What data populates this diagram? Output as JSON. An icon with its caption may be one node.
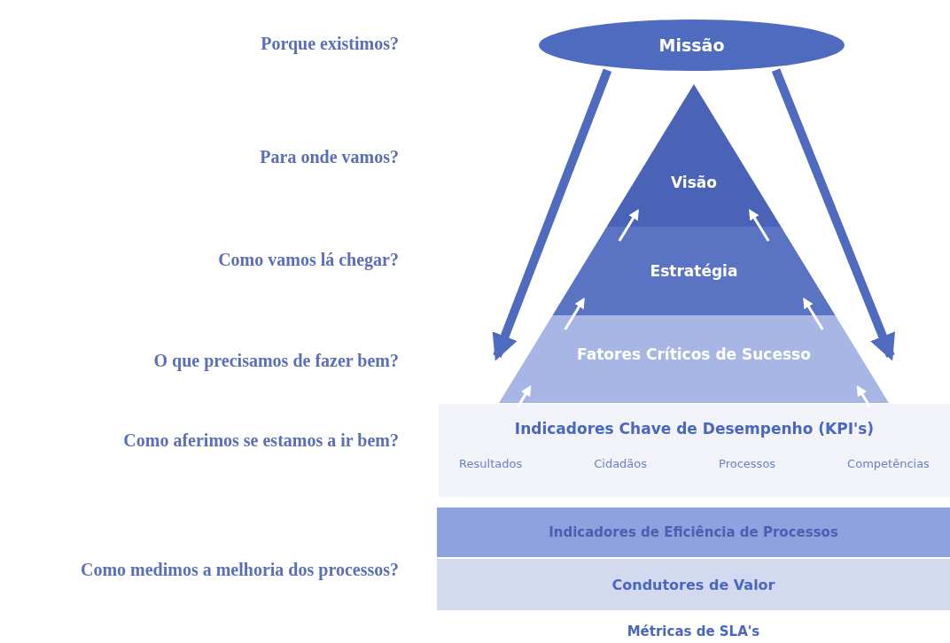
{
  "diagram": {
    "nodes": [
      {
        "text": [
          "Missão"
        ]
      },
      {
        "text": [
          "Visão"
        ]
      },
      {
        "text": [
          "Estratégia"
        ]
      },
      {
        "text": [
          "Fatores Críticos de Sucesso"
        ]
      },
      {
        "text": [
          "Indicadores Chave de Desempenho (KPI's)",
          "Resultados",
          "Cidadãos",
          "Processos",
          "Competências"
        ]
      },
      {
        "text": [
          "Indicadores de Eficiência de Processos"
        ]
      },
      {
        "text": [
          "Condutores de Valor"
        ]
      },
      {
        "text": [
          "Métricas de SLA's"
        ]
      }
    ],
    "edges": [
      {
        "from": 0,
        "to": 3,
        "arrow": "to",
        "style": "thick",
        "color": "#4f6bbf"
      },
      {
        "from": 0,
        "to": 3,
        "arrow": "to",
        "style": "thick",
        "color": "#4f6bbf"
      },
      {
        "from": 4,
        "to": 3,
        "arrow": "to"
      },
      {
        "from": 3,
        "to": 2,
        "arrow": "to"
      },
      {
        "from": 2,
        "to": 1,
        "arrow": "to"
      },
      {
        "from": 4,
        "to": 3,
        "arrow": "to"
      },
      {
        "from": 3,
        "to": 2,
        "arrow": "to"
      },
      {
        "from": 2,
        "to": 1,
        "arrow": "to"
      }
    ],
    "labels": [
      "Porque existimos?",
      "Para onde vamos?",
      "Como vamos lá chegar?",
      "O que precisamos de fazer bem?",
      "Como aferimos se estamos a ir bem?",
      "Como medimos a melhoria dos processos?"
    ]
  }
}
